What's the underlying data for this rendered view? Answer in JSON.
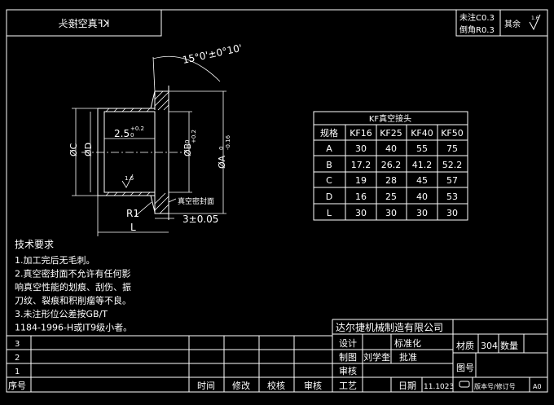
{
  "title_block_top": {
    "mirrored_title": "KF真空接头",
    "note_chamfer": "未注C0.3",
    "note_round": "倒角R0.3",
    "rest_label": "其余",
    "rest_roughness": "1.6"
  },
  "drawing": {
    "dim_angle": "15°0'±0°10'",
    "dim_chamfer_inner": "2.5",
    "dim_chamfer_inner_tol": "+0.2",
    "dim_chamfer_inner_tol2": "0",
    "dim_phi_c": "ØC",
    "dim_phi_d": "ØD",
    "dim_phi_b": "ØB",
    "dim_phi_b_tol": "+0.2",
    "dim_phi_b_tol2": "0",
    "dim_phi_a": "ØA",
    "dim_phi_a_tol": "0",
    "dim_phi_a_tol2": "-0.16",
    "roughness_inner": "1.6",
    "dim_r1": "R1",
    "dim_thickness": "3±0.05",
    "dim_l": "L",
    "seal_label": "真空密封面"
  },
  "kf_table": {
    "title": "KF真空接头",
    "headers": [
      "规格",
      "KF16",
      "KF25",
      "KF40",
      "KF50"
    ],
    "rows": [
      [
        "A",
        "30",
        "40",
        "55",
        "75"
      ],
      [
        "B",
        "17.2",
        "26.2",
        "41.2",
        "52.2"
      ],
      [
        "C",
        "19",
        "28",
        "45",
        "57"
      ],
      [
        "D",
        "16",
        "25",
        "40",
        "53"
      ],
      [
        "L",
        "30",
        "30",
        "30",
        "30"
      ]
    ]
  },
  "tech_notes": {
    "heading": "技术要求",
    "lines": [
      "1.加工完后无毛刺。",
      "2.真空密封面不允许有任何影",
      "响真空性能的划痕、刮伤、振",
      "刀纹、裂痕和积削瘤等不良。",
      "3.未注形位公差按GB/T",
      "1184-1996-H或IT9级小者。"
    ]
  },
  "title_block": {
    "company": "达尔捷机械制造有限公司",
    "row_numbers": [
      "3",
      "2",
      "1"
    ],
    "seq_label": "序号",
    "footer_labels": [
      "时间",
      "修改",
      "校核",
      "审核",
      "工艺",
      "日期"
    ],
    "design": "设计",
    "standardize": "标准化",
    "drawing_label": "制图",
    "drawer_name": "刘学奎",
    "approve": "批准",
    "review": "审核",
    "date_value": "11.1023",
    "material_label": "材质",
    "material_value": "304",
    "quantity_label": "数量",
    "drawing_no_label": "图号",
    "version_label": "版本号/修订号",
    "version_value": "A0"
  }
}
